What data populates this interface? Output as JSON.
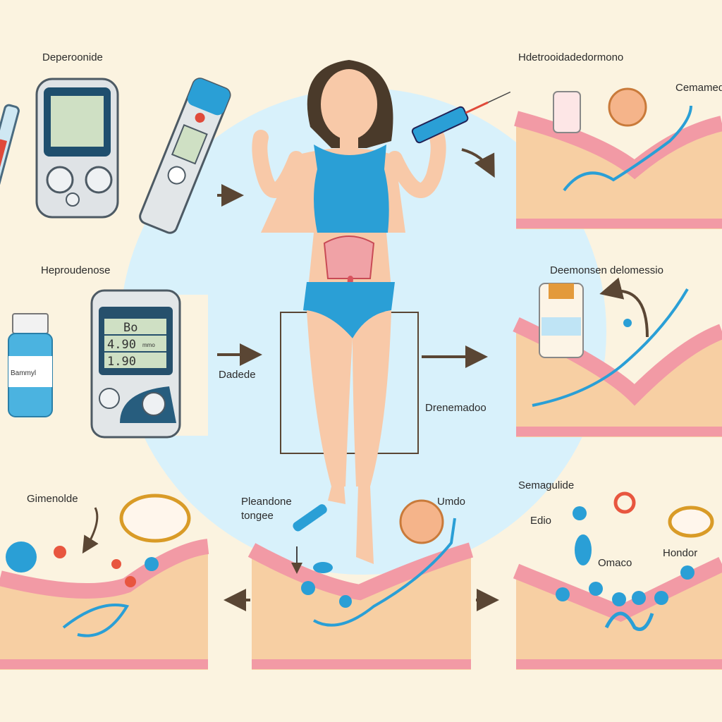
{
  "labels": {
    "top_left": "Deperoonide",
    "top_right": "Hdetrooidadedormono",
    "top_right_cell": "Cemamed",
    "mid_left": "Heproudenose",
    "center_left": "Dadede",
    "center_right": "Drenemadoo",
    "mid_right": "Deemonsen delomessio",
    "bottom_left": "Gimenolde",
    "bottom_mid_1": "Pleandone",
    "bottom_mid_2": "tongee",
    "bottom_mid_right": "Umdo",
    "bottom_right": "Semagulide",
    "bottom_right_a": "Edio",
    "bottom_right_b": "Omaco",
    "bottom_right_c": "Hondor"
  },
  "meter": {
    "row1": "Bo",
    "row2": "4.90",
    "row2_unit": "mmo",
    "row3": "1.90"
  },
  "vial_label": "Bammyl",
  "colors": {
    "background": "#fbf3e0",
    "circle": "#d8f1fb",
    "accent": "#2a9fd6",
    "tissue": "#f29aa5",
    "arrow": "#5a4634"
  }
}
